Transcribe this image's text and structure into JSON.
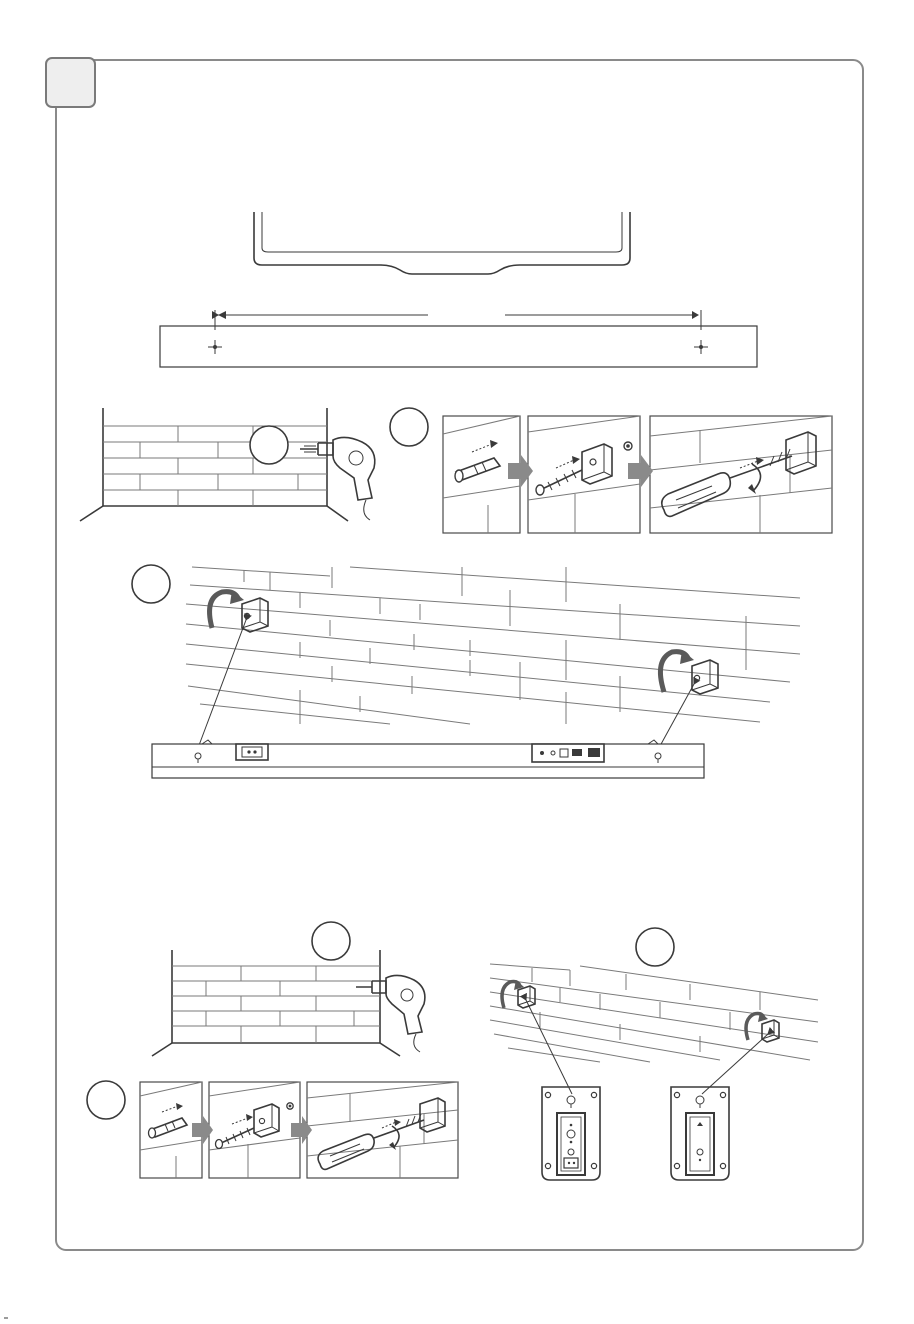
{
  "page": {
    "frame_color": "#8a8a8a",
    "tab_fill": "#eeeeee",
    "line_color": "#3a3a3a",
    "arrow_color": "#8a8a8a"
  },
  "sections": {
    "soundbar_mounting": {
      "step_badges": [
        "",
        ""
      ],
      "icons": [
        "tv-outline",
        "template-strip",
        "drill-icon",
        "wall-plug-icon",
        "screw-icon",
        "screwdriver-icon",
        "bracket-icon",
        "rotate-arrow-icon",
        "soundbar-back-panel"
      ]
    },
    "speaker_mounting": {
      "step_badges": [
        "",
        "",
        ""
      ],
      "icons": [
        "drill-icon",
        "wall-plug-icon",
        "screw-icon",
        "screwdriver-icon",
        "bracket-icon",
        "rotate-arrow-icon",
        "speaker-back-panel"
      ]
    }
  }
}
